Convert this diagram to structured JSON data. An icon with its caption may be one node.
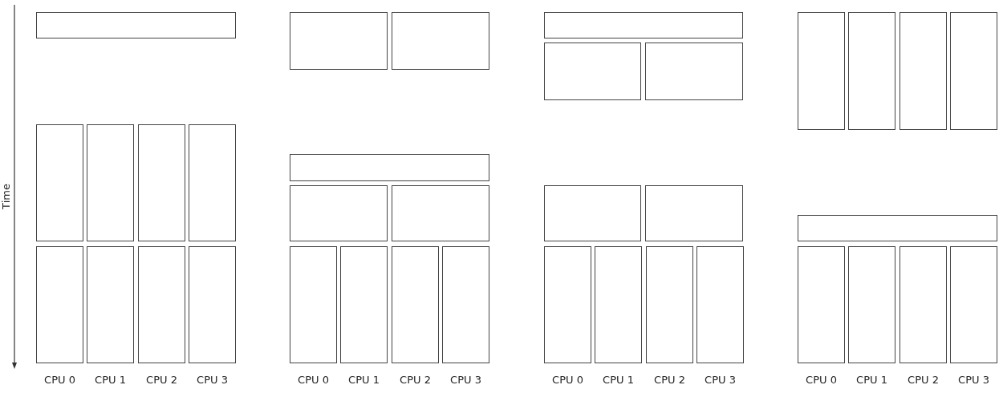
{
  "diagram": {
    "nodes": [
      {
        "text": [],
        "shape": "box"
      },
      {
        "text": [],
        "shape": "box"
      },
      {
        "text": [],
        "shape": "box"
      },
      {
        "text": [],
        "shape": "box"
      },
      {
        "text": [],
        "shape": "box"
      },
      {
        "text": [],
        "shape": "box"
      },
      {
        "text": [],
        "shape": "box"
      },
      {
        "text": [],
        "shape": "box"
      },
      {
        "text": [],
        "shape": "box"
      },
      {
        "text": [],
        "shape": "box"
      },
      {
        "text": [],
        "shape": "box"
      },
      {
        "text": [],
        "shape": "box"
      },
      {
        "text": [],
        "shape": "box"
      },
      {
        "text": [],
        "shape": "box"
      },
      {
        "text": [],
        "shape": "box"
      },
      {
        "text": [],
        "shape": "box"
      },
      {
        "text": [],
        "shape": "box"
      },
      {
        "text": [],
        "shape": "box"
      },
      {
        "text": [],
        "shape": "box"
      },
      {
        "text": [],
        "shape": "box"
      },
      {
        "text": [],
        "shape": "box"
      },
      {
        "text": [],
        "shape": "box"
      },
      {
        "text": [],
        "shape": "box"
      },
      {
        "text": [],
        "shape": "box"
      },
      {
        "text": [],
        "shape": "box"
      },
      {
        "text": [],
        "shape": "box"
      },
      {
        "text": [],
        "shape": "box"
      },
      {
        "text": [],
        "shape": "box"
      },
      {
        "text": [],
        "shape": "box"
      },
      {
        "text": [],
        "shape": "box"
      },
      {
        "text": [],
        "shape": "box"
      },
      {
        "text": [],
        "shape": "box"
      },
      {
        "text": [],
        "shape": "box"
      },
      {
        "text": [],
        "shape": "box"
      },
      {
        "text": [],
        "shape": "box"
      },
      {
        "text": [],
        "shape": "box"
      }
    ],
    "labels": [
      "Time",
      "CPU 0",
      "CPU 1",
      "CPU 2",
      "CPU 3",
      "CPU 0",
      "CPU 1",
      "CPU 2",
      "CPU 3",
      "CPU 0",
      "CPU 1",
      "CPU 2",
      "CPU 3",
      "CPU 0",
      "CPU 1",
      "CPU 2",
      "CPU 3"
    ]
  }
}
